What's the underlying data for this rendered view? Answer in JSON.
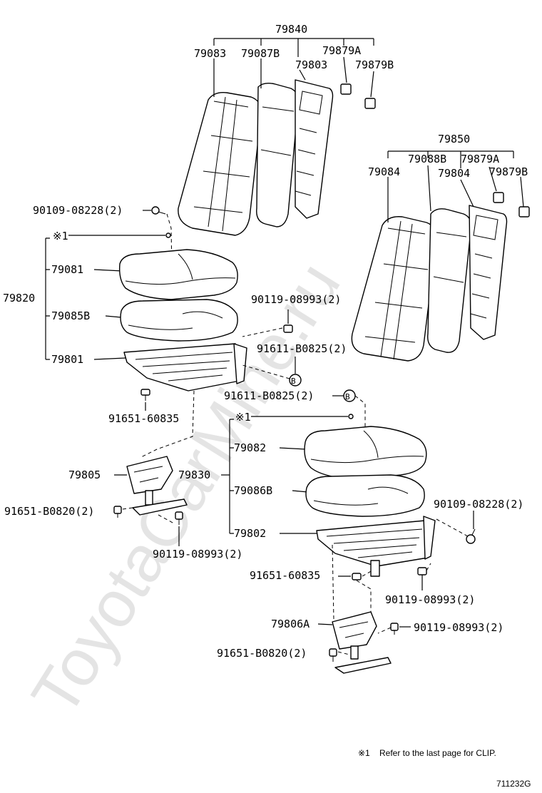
{
  "watermark": "ToyotaCarMine.ru",
  "figure_id": "711232G",
  "footnote": {
    "mark": "※1",
    "text": "Refer to the last page for CLIP."
  },
  "clip_mark": "※1",
  "circle_mark": "B",
  "labels": {
    "p79840": "79840",
    "p79083": "79083",
    "p79087B": "79087B",
    "p79803": "79803",
    "p79879A_top": "79879A",
    "p79879B_top": "79879B",
    "p90109_top": "90109-08228(2)",
    "p79820": "79820",
    "p79081": "79081",
    "p79085B": "79085B",
    "p79801": "79801",
    "p90119_mid": "90119-08993(2)",
    "p91611_a": "91611-B0825(2)",
    "p91611_b": "91611-B0825(2)",
    "p91651_60835_left": "91651-60835",
    "p79805": "79805",
    "p91651_B0820_left": "91651-B0820(2)",
    "p90119_left": "90119-08993(2)",
    "p79850": "79850",
    "p79084": "79084",
    "p79088B": "79088B",
    "p79879A_right": "79879A",
    "p79804": "79804",
    "p79879B_right": "79879B",
    "p79830": "79830",
    "p79082": "79082",
    "p79086B": "79086B",
    "p79802": "79802",
    "p90109_right": "90109-08228(2)",
    "p91651_60835_right": "91651-60835",
    "p90119_right_a": "90119-08993(2)",
    "p79806A": "79806A",
    "p90119_right_b": "90119-08993(2)",
    "p91651_B0820_right": "91651-B0820(2)"
  }
}
